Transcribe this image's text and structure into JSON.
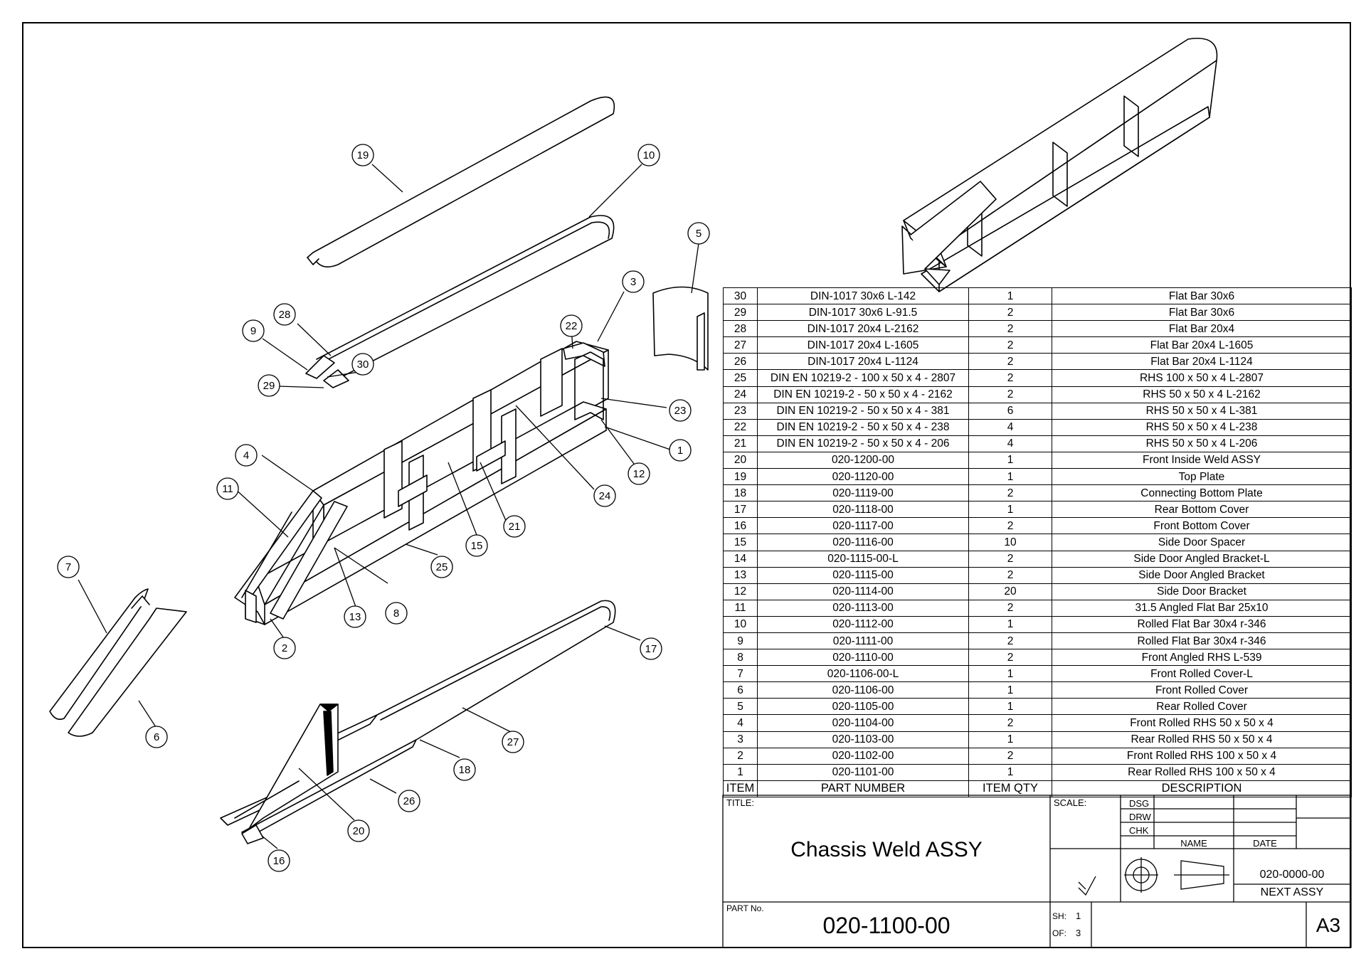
{
  "bom": {
    "headers": [
      "ITEM",
      "PART NUMBER",
      "ITEM QTY",
      "DESCRIPTION"
    ],
    "rows": [
      {
        "item": "30",
        "part_number": "DIN-1017 30x6 L-142",
        "qty": "1",
        "description": "Flat Bar 30x6"
      },
      {
        "item": "29",
        "part_number": "DIN-1017 30x6 L-91.5",
        "qty": "2",
        "description": "Flat Bar 30x6"
      },
      {
        "item": "28",
        "part_number": "DIN-1017 20x4 L-2162",
        "qty": "2",
        "description": "Flat Bar 20x4"
      },
      {
        "item": "27",
        "part_number": "DIN-1017 20x4 L-1605",
        "qty": "2",
        "description": "Flat Bar 20x4 L-1605"
      },
      {
        "item": "26",
        "part_number": "DIN-1017 20x4 L-1124",
        "qty": "2",
        "description": "Flat Bar 20x4 L-1124"
      },
      {
        "item": "25",
        "part_number": "DIN EN 10219-2 - 100 x 50 x 4  - 2807",
        "qty": "2",
        "description": "RHS 100 x 50 x 4  L-2807"
      },
      {
        "item": "24",
        "part_number": "DIN EN 10219-2 - 50 x 50 x 4  - 2162",
        "qty": "2",
        "description": "RHS 50 x 50 x 4  L-2162"
      },
      {
        "item": "23",
        "part_number": "DIN EN 10219-2 - 50 x 50 x 4  - 381",
        "qty": "6",
        "description": "RHS 50 x 50 x 4 L-381"
      },
      {
        "item": "22",
        "part_number": "DIN EN 10219-2 - 50 x 50 x 4  - 238",
        "qty": "4",
        "description": "RHS 50 x 50 x 4 L-238"
      },
      {
        "item": "21",
        "part_number": "DIN EN 10219-2 - 50 x 50 x 4  - 206",
        "qty": "4",
        "description": "RHS 50 x 50 x 4 L-206"
      },
      {
        "item": "20",
        "part_number": "020-1200-00",
        "qty": "1",
        "description": "Front Inside Weld ASSY"
      },
      {
        "item": "19",
        "part_number": "020-1120-00",
        "qty": "1",
        "description": "Top Plate"
      },
      {
        "item": "18",
        "part_number": "020-1119-00",
        "qty": "2",
        "description": "Connecting Bottom Plate"
      },
      {
        "item": "17",
        "part_number": "020-1118-00",
        "qty": "1",
        "description": "Rear Bottom Cover"
      },
      {
        "item": "16",
        "part_number": "020-1117-00",
        "qty": "2",
        "description": "Front Bottom Cover"
      },
      {
        "item": "15",
        "part_number": "020-1116-00",
        "qty": "10",
        "description": "Side Door Spacer"
      },
      {
        "item": "14",
        "part_number": "020-1115-00-L",
        "qty": "2",
        "description": "Side Door Angled Bracket-L"
      },
      {
        "item": "13",
        "part_number": "020-1115-00",
        "qty": "2",
        "description": "Side Door Angled Bracket"
      },
      {
        "item": "12",
        "part_number": "020-1114-00",
        "qty": "20",
        "description": "Side Door Bracket"
      },
      {
        "item": "11",
        "part_number": "020-1113-00",
        "qty": "2",
        "description": "31.5 Angled Flat Bar 25x10"
      },
      {
        "item": "10",
        "part_number": "020-1112-00",
        "qty": "1",
        "description": "Rolled Flat Bar 30x4 r-346"
      },
      {
        "item": "9",
        "part_number": "020-1111-00",
        "qty": "2",
        "description": "Rolled Flat Bar 30x4 r-346"
      },
      {
        "item": "8",
        "part_number": "020-1110-00",
        "qty": "2",
        "description": "Front Angled RHS L-539"
      },
      {
        "item": "7",
        "part_number": "020-1106-00-L",
        "qty": "1",
        "description": "Front Rolled Cover-L"
      },
      {
        "item": "6",
        "part_number": "020-1106-00",
        "qty": "1",
        "description": "Front Rolled Cover"
      },
      {
        "item": "5",
        "part_number": "020-1105-00",
        "qty": "1",
        "description": "Rear Rolled Cover"
      },
      {
        "item": "4",
        "part_number": "020-1104-00",
        "qty": "2",
        "description": "Front Rolled RHS 50 x 50 x 4"
      },
      {
        "item": "3",
        "part_number": "020-1103-00",
        "qty": "1",
        "description": "Rear Rolled RHS 50 x 50 x 4"
      },
      {
        "item": "2",
        "part_number": "020-1102-00",
        "qty": "2",
        "description": "Front Rolled RHS 100 x 50 x 4"
      },
      {
        "item": "1",
        "part_number": "020-1101-00",
        "qty": "1",
        "description": "Rear Rolled RHS 100 x 50 x 4"
      }
    ]
  },
  "title_block": {
    "title_label": "TITLE:",
    "title": "Chassis Weld ASSY",
    "scale_label": "SCALE:",
    "dsg": "DSG",
    "drw": "DRW",
    "chk": "CHK",
    "name": "NAME",
    "date": "DATE",
    "next_assy_number": "020-0000-00",
    "next_assy_label": "NEXT ASSY",
    "part_no_label": "PART No.",
    "part_no": "020-1100-00",
    "sh_label": "SH:",
    "sh_value": "1",
    "of_label": "OF:",
    "of_value": "3",
    "sheet_size": "A3"
  },
  "balloons": [
    {
      "n": "19"
    },
    {
      "n": "10"
    },
    {
      "n": "5"
    },
    {
      "n": "3"
    },
    {
      "n": "28"
    },
    {
      "n": "9"
    },
    {
      "n": "30"
    },
    {
      "n": "29"
    },
    {
      "n": "22"
    },
    {
      "n": "23"
    },
    {
      "n": "1"
    },
    {
      "n": "12"
    },
    {
      "n": "4"
    },
    {
      "n": "11"
    },
    {
      "n": "24"
    },
    {
      "n": "21"
    },
    {
      "n": "15"
    },
    {
      "n": "25"
    },
    {
      "n": "8"
    },
    {
      "n": "13"
    },
    {
      "n": "2"
    },
    {
      "n": "7"
    },
    {
      "n": "6"
    },
    {
      "n": "17"
    },
    {
      "n": "27"
    },
    {
      "n": "18"
    },
    {
      "n": "26"
    },
    {
      "n": "20"
    },
    {
      "n": "16"
    }
  ],
  "colors": {
    "ink": "#000000",
    "paper": "#ffffff"
  }
}
